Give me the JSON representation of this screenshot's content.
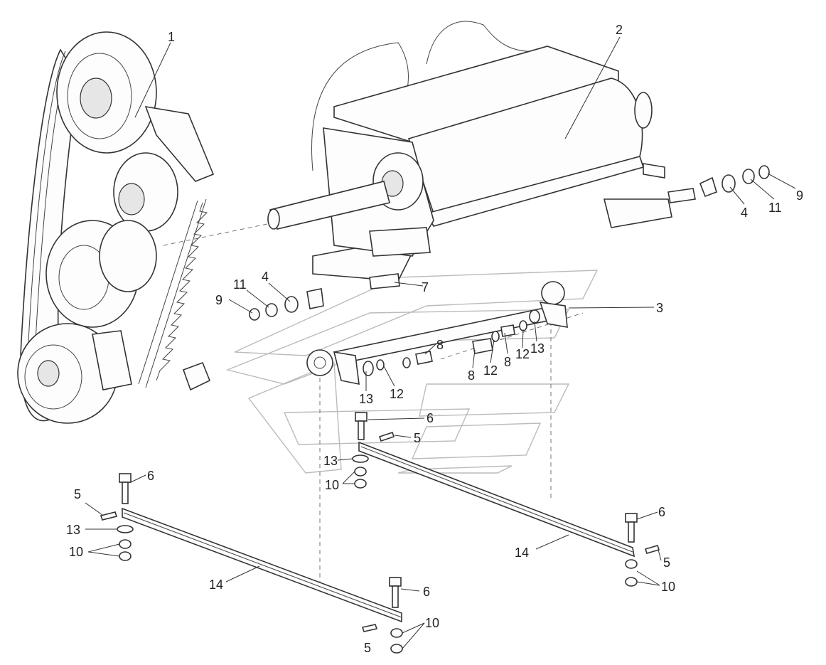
{
  "diagram": {
    "callouts": [
      {
        "id": "c1",
        "text": "1"
      },
      {
        "id": "c2",
        "text": "2"
      },
      {
        "id": "c3",
        "text": "3"
      },
      {
        "id": "c4a",
        "text": "4"
      },
      {
        "id": "c4b",
        "text": "4"
      },
      {
        "id": "c5a",
        "text": "5"
      },
      {
        "id": "c5b",
        "text": "5"
      },
      {
        "id": "c5c",
        "text": "5"
      },
      {
        "id": "c5d",
        "text": "5"
      },
      {
        "id": "c6a",
        "text": "6"
      },
      {
        "id": "c6b",
        "text": "6"
      },
      {
        "id": "c6c",
        "text": "6"
      },
      {
        "id": "c6d",
        "text": "6"
      },
      {
        "id": "c7",
        "text": "7"
      },
      {
        "id": "c8a",
        "text": "8"
      },
      {
        "id": "c8b",
        "text": "8"
      },
      {
        "id": "c8c",
        "text": "8"
      },
      {
        "id": "c9a",
        "text": "9"
      },
      {
        "id": "c9b",
        "text": "9"
      },
      {
        "id": "c10a",
        "text": "10"
      },
      {
        "id": "c10b",
        "text": "10"
      },
      {
        "id": "c10c",
        "text": "10"
      },
      {
        "id": "c10d",
        "text": "10"
      },
      {
        "id": "c11a",
        "text": "11"
      },
      {
        "id": "c11b",
        "text": "11"
      },
      {
        "id": "c12a",
        "text": "12"
      },
      {
        "id": "c12b",
        "text": "12"
      },
      {
        "id": "c12c",
        "text": "12"
      },
      {
        "id": "c13a",
        "text": "13"
      },
      {
        "id": "c13b",
        "text": "13"
      },
      {
        "id": "c13c",
        "text": "13"
      },
      {
        "id": "c13d",
        "text": "13"
      },
      {
        "id": "c14a",
        "text": "14"
      },
      {
        "id": "c14b",
        "text": "14"
      }
    ]
  }
}
